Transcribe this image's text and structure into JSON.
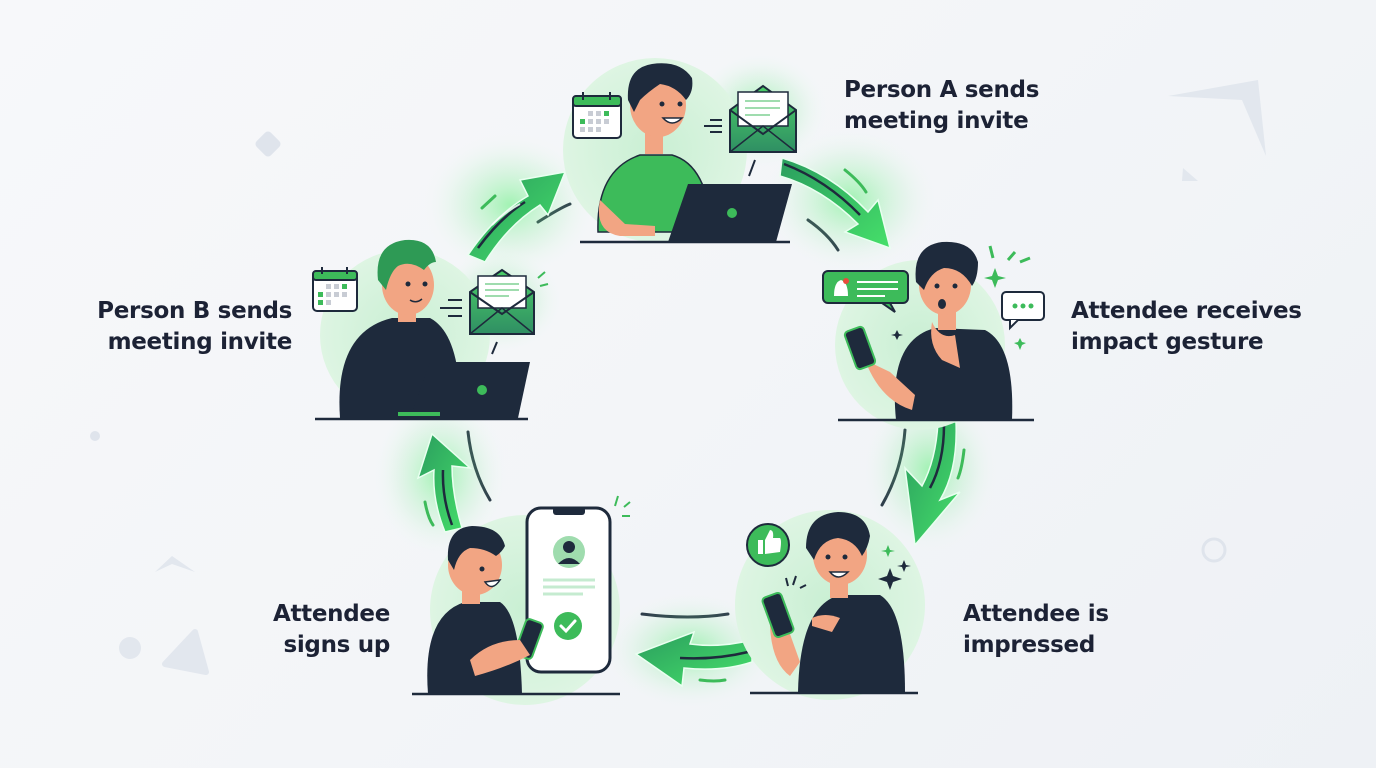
{
  "diagram": {
    "type": "cycle",
    "colors": {
      "accent_green": "#3dbb5a",
      "bright_green": "#4be36a",
      "dark_navy": "#1e2a3c",
      "skin": "#f2a583",
      "halo": "#d6f1dc",
      "background": "#f4f6f9",
      "decor_gray": "#dfe4ec"
    },
    "steps": [
      {
        "id": "person-a",
        "label_line1": "Person A sends",
        "label_line2": "meeting invite",
        "icons": [
          "calendar-icon",
          "envelope-icon",
          "laptop-icon"
        ]
      },
      {
        "id": "attendee-receives",
        "label_line1": "Attendee receives",
        "label_line2": "impact gesture",
        "icons": [
          "notification-bubble-icon",
          "chat-bubble-icon",
          "phone-icon",
          "sparkle-icon"
        ]
      },
      {
        "id": "attendee-impressed",
        "label_line1": "Attendee is",
        "label_line2": "impressed",
        "icons": [
          "thumbs-up-icon",
          "phone-icon",
          "sparkle-icon"
        ]
      },
      {
        "id": "attendee-signs-up",
        "label_line1": "Attendee",
        "label_line2": "signs up",
        "icons": [
          "phone-profile-icon",
          "checkmark-icon"
        ]
      },
      {
        "id": "person-b",
        "label_line1": "Person B sends",
        "label_line2": "meeting invite",
        "icons": [
          "calendar-icon",
          "envelope-icon",
          "laptop-icon"
        ]
      }
    ],
    "arrows": [
      {
        "from": "person-a",
        "to": "attendee-receives",
        "direction": "clockwise"
      },
      {
        "from": "attendee-receives",
        "to": "attendee-impressed",
        "direction": "clockwise"
      },
      {
        "from": "attendee-impressed",
        "to": "attendee-signs-up",
        "direction": "clockwise"
      },
      {
        "from": "attendee-signs-up",
        "to": "person-b",
        "direction": "clockwise"
      },
      {
        "from": "person-b",
        "to": "person-a",
        "direction": "clockwise"
      }
    ]
  }
}
